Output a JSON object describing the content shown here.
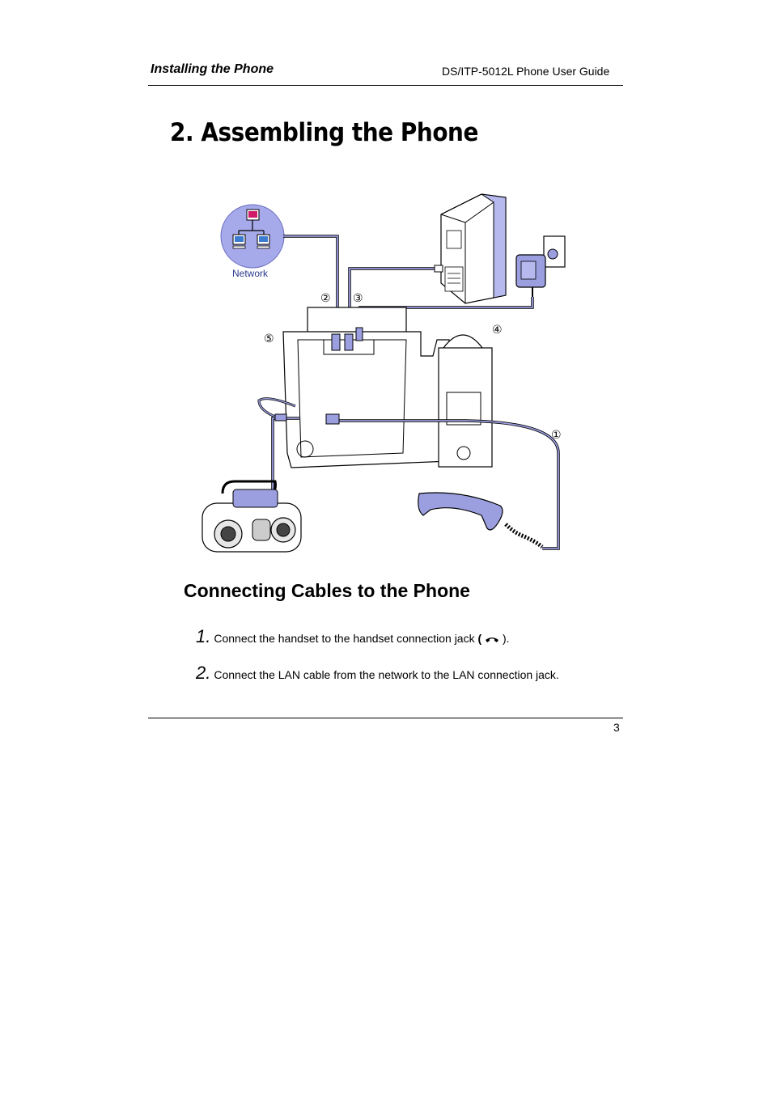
{
  "header": {
    "section": "Installing the Phone",
    "guide": "DS/ITP-5012L Phone User Guide"
  },
  "title": "2. Assembling the Phone",
  "figure": {
    "network_label": "Network",
    "callouts": [
      "①",
      "②",
      "③",
      "④",
      "⑤"
    ]
  },
  "section": {
    "title": "Connecting Cables to the Phone"
  },
  "steps": [
    {
      "num": "1.",
      "text_before": "Connect the handset to the handset connection jack ",
      "paren_open": "(",
      "paren_close": ").",
      "icon": "handset-icon"
    },
    {
      "num": "2.",
      "text": "Connect the LAN cable from the network to the LAN connection jack."
    }
  ],
  "footer": {
    "page_number": "3"
  },
  "colors": {
    "device_fill": "#9b9fe0",
    "line": "#000000"
  }
}
